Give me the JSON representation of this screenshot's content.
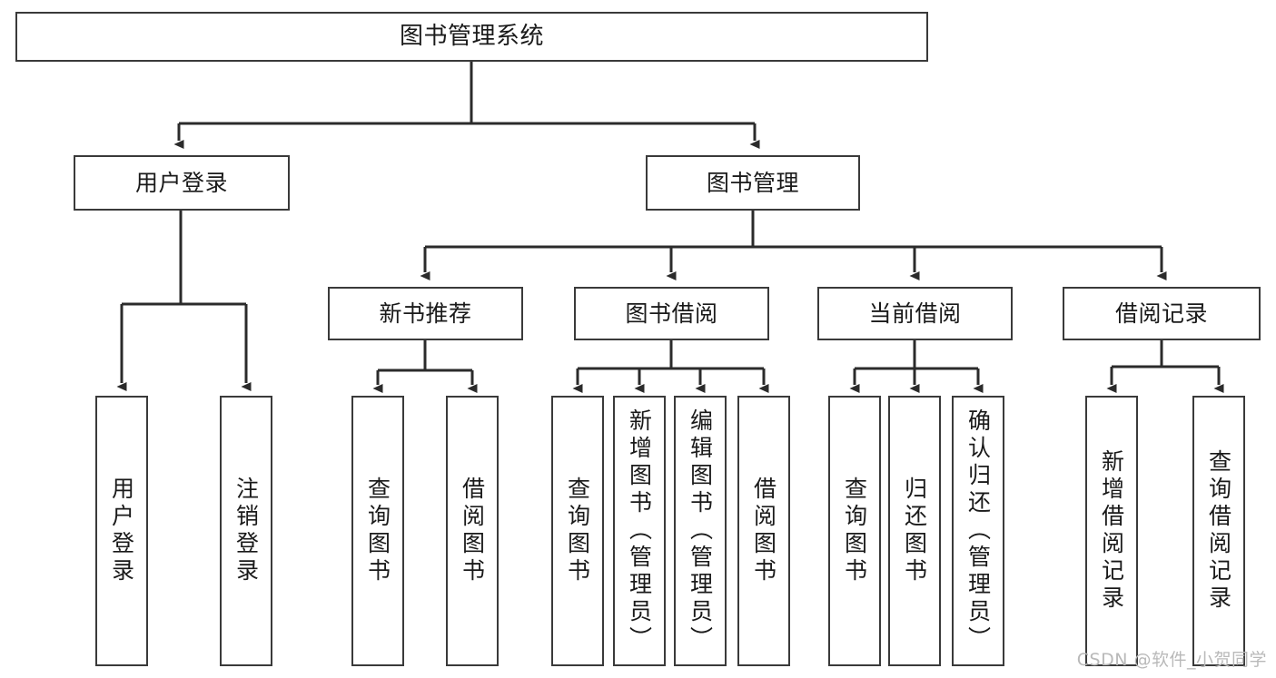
{
  "diagram": {
    "title": "图书管理系统",
    "type": "tree",
    "watermark": "CSDN @软件_小贺同学",
    "colors": {
      "box_border": "#3a3a3a",
      "box_fill": "#ffffff",
      "edge": "#2b2b2b",
      "text": "#1a1a1a",
      "watermark": "#b9b9b9",
      "background": "#ffffff"
    },
    "nodes": {
      "root": {
        "label": "图书管理系统",
        "level": 0,
        "orientation": "horizontal"
      },
      "user_login": {
        "label": "用户登录",
        "level": 1,
        "orientation": "horizontal"
      },
      "book_manage": {
        "label": "图书管理",
        "level": 1,
        "orientation": "horizontal"
      },
      "new_book_rec": {
        "label": "新书推荐",
        "level": 2,
        "orientation": "horizontal"
      },
      "book_borrow": {
        "label": "图书借阅",
        "level": 2,
        "orientation": "horizontal"
      },
      "current_borrow": {
        "label": "当前借阅",
        "level": 2,
        "orientation": "horizontal"
      },
      "borrow_record": {
        "label": "借阅记录",
        "level": 2,
        "orientation": "horizontal"
      },
      "leaf_user_login": {
        "label": "用户登录",
        "level": 2,
        "orientation": "vertical"
      },
      "leaf_logout": {
        "label": "注销登录",
        "level": 2,
        "orientation": "vertical"
      },
      "leaf_query_book_1": {
        "label": "查询图书",
        "level": 3,
        "orientation": "vertical"
      },
      "leaf_borrow_book_1": {
        "label": "借阅图书",
        "level": 3,
        "orientation": "vertical"
      },
      "leaf_query_book_2": {
        "label": "查询图书",
        "level": 3,
        "orientation": "vertical"
      },
      "leaf_add_book": {
        "label": "新增图书（管理员）",
        "level": 3,
        "orientation": "vertical"
      },
      "leaf_edit_book": {
        "label": "编辑图书（管理员）",
        "level": 3,
        "orientation": "vertical"
      },
      "leaf_borrow_book_2": {
        "label": "借阅图书",
        "level": 3,
        "orientation": "vertical"
      },
      "leaf_query_book_3": {
        "label": "查询图书",
        "level": 3,
        "orientation": "vertical"
      },
      "leaf_return_book": {
        "label": "归还图书",
        "level": 3,
        "orientation": "vertical"
      },
      "leaf_confirm_return": {
        "label": "确认归还（管理员）",
        "level": 3,
        "orientation": "vertical"
      },
      "leaf_add_record": {
        "label": "新增借阅记录",
        "level": 3,
        "orientation": "vertical"
      },
      "leaf_query_record": {
        "label": "查询借阅记录",
        "level": 3,
        "orientation": "vertical"
      }
    },
    "edges": [
      {
        "from": "root",
        "to": "user_login"
      },
      {
        "from": "root",
        "to": "book_manage"
      },
      {
        "from": "user_login",
        "to": "leaf_user_login"
      },
      {
        "from": "user_login",
        "to": "leaf_logout"
      },
      {
        "from": "book_manage",
        "to": "new_book_rec"
      },
      {
        "from": "book_manage",
        "to": "book_borrow"
      },
      {
        "from": "book_manage",
        "to": "current_borrow"
      },
      {
        "from": "book_manage",
        "to": "borrow_record"
      },
      {
        "from": "new_book_rec",
        "to": "leaf_query_book_1"
      },
      {
        "from": "new_book_rec",
        "to": "leaf_borrow_book_1"
      },
      {
        "from": "book_borrow",
        "to": "leaf_query_book_2"
      },
      {
        "from": "book_borrow",
        "to": "leaf_add_book"
      },
      {
        "from": "book_borrow",
        "to": "leaf_edit_book"
      },
      {
        "from": "book_borrow",
        "to": "leaf_borrow_book_2"
      },
      {
        "from": "current_borrow",
        "to": "leaf_query_book_3"
      },
      {
        "from": "current_borrow",
        "to": "leaf_return_book"
      },
      {
        "from": "current_borrow",
        "to": "leaf_confirm_return"
      },
      {
        "from": "borrow_record",
        "to": "leaf_add_record"
      },
      {
        "from": "borrow_record",
        "to": "leaf_query_record"
      }
    ]
  }
}
